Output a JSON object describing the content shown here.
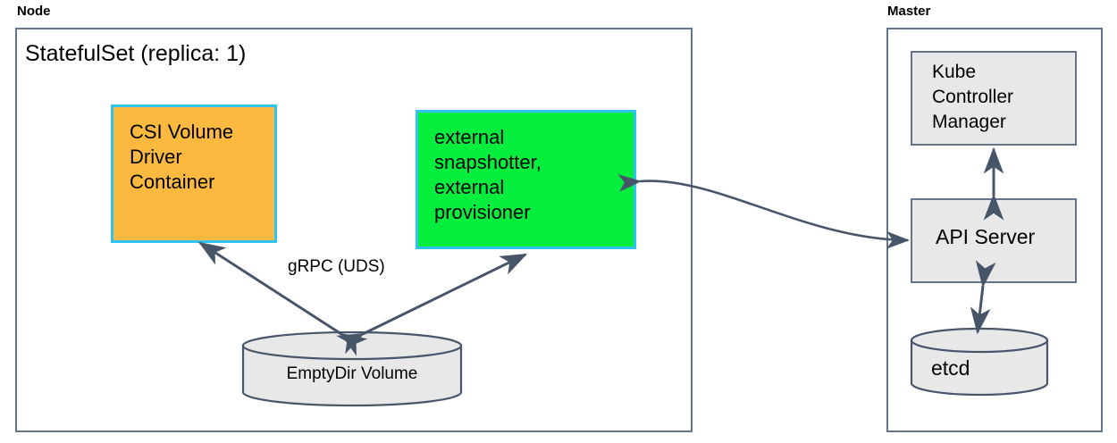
{
  "diagram": {
    "title_node": "Node",
    "title_master": "Master",
    "statefulset_title": "StatefulSet (replica: 1)",
    "nodes": {
      "csi_driver": {
        "label": "CSI Volume\nDriver\nContainer",
        "fill": "#FBBA3F",
        "stroke": "#2EC3F3"
      },
      "external_controllers": {
        "label": "external\nsnapshotter,\nexternal\nprovisioner",
        "fill": "#05EE3D",
        "stroke": "#2EC3F3"
      },
      "emptydir_volume": {
        "label": "EmptyDir Volume",
        "fill": "#E8E8E8",
        "stroke": "#46566B"
      },
      "kube_controller_manager": {
        "label": "Kube\nController\nManager",
        "fill": "#E8E8E8",
        "stroke": "#64748B"
      },
      "api_server": {
        "label": "API Server",
        "fill": "#E8E8E8",
        "stroke": "#64748B"
      },
      "etcd": {
        "label": "etcd",
        "fill": "#E8E8E8",
        "stroke": "#46566B"
      }
    },
    "edges": {
      "grpc_uds": "gRPC (UDS)"
    },
    "colors": {
      "container_border": "#64748B",
      "arrow": "#475569",
      "background": "#FFFFFF"
    }
  }
}
